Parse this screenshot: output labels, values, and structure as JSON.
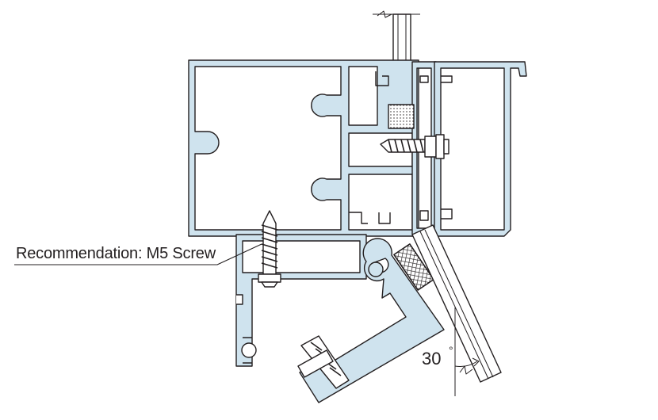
{
  "callout": {
    "text": "Recommendation: M5 Screw"
  },
  "angle": {
    "value": "30",
    "unit": "°"
  },
  "colors": {
    "profile_fill": "#cfe3ee",
    "outline": "#231f20",
    "background": "#ffffff",
    "screw_fill": "#ffffff"
  },
  "parts": [
    "main-frame-profile",
    "glazing-adapter-profile",
    "transom-cap-profile",
    "vertical-glass-panel",
    "insulation-block",
    "hex-head-screw",
    "fixing-screw",
    "lower-bracket-profile",
    "hinged-clamp-profile",
    "inclined-glass-panel",
    "clamp-screw",
    "knurled-gasket",
    "angle-indicator"
  ]
}
